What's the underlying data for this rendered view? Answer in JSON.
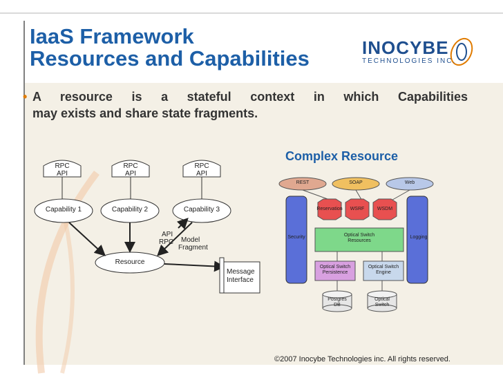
{
  "title": {
    "line1": "IaaS Framework",
    "line2": "Resources and Capabilities"
  },
  "logo": {
    "main": "INOCYBE",
    "sub": "TECHNOLOGIES INC."
  },
  "bullet": {
    "line1": "A resource is a stateful context in which Capabilities",
    "line2": "may exists and share state fragments."
  },
  "left_diagram": {
    "apis": [
      "RPC API",
      "RPC API",
      "RPC API"
    ],
    "capabilities": [
      "Capability 1",
      "Capability 2",
      "Capability 3"
    ],
    "resource": "Resource",
    "api_rpc": [
      "API",
      "RPC"
    ],
    "model_fragment": [
      "Model",
      "Fragment"
    ],
    "message_interface": [
      "Message",
      "Interface"
    ]
  },
  "right_diagram": {
    "title": "Complex Resource",
    "top": [
      "REST",
      "SOAP",
      "Web"
    ],
    "middle": [
      "Reservation",
      "WSRF",
      "WSDM"
    ],
    "security": "Security",
    "logging": "Logging",
    "optical_switch_resources": [
      "Optical Switch",
      "Resources"
    ],
    "persistence": [
      "Optical Switch",
      "Persistence"
    ],
    "engine": [
      "Optical Switch",
      "Engine"
    ],
    "postgres": [
      "Postgres",
      "DB"
    ],
    "optical_switch": [
      "Optical",
      "Switch"
    ]
  },
  "footer": "©2007 Inocybe Technologies inc. All rights reserved.",
  "colors": {
    "title": "#1d5fa7",
    "bullet_dot": "#e07b00",
    "octagon": "#e85050",
    "column_blue": "#5a6fd8",
    "resources_green": "#7ed88a",
    "persistence_purple": "#d8a0e0"
  }
}
